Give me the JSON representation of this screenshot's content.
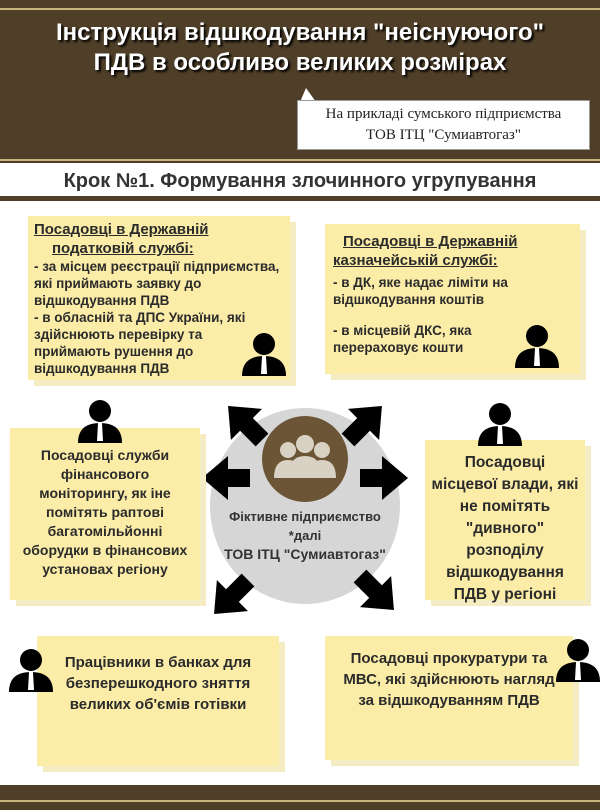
{
  "header": {
    "title_line1": "Інструкція відшкодування \"неіснуючого\"",
    "title_line2": "ПДВ в особливо великих розмірах",
    "callout_line1": "На прикладі сумського підприємства",
    "callout_line2": "ТОВ ІТЦ \"Сумиавтогаз\""
  },
  "step": "Крок №1. Формування злочинного угрупування",
  "center": {
    "line1": "Фіктивне підприємство",
    "line2": "*далі",
    "line3": "ТОВ ІТЦ \"Сумиавтогаз\""
  },
  "boxes": {
    "tax": {
      "heading1": "Посадовці в Державній",
      "heading2": "податковій службі:",
      "item1": "- за місцем реєстрації підприємства, які приймають заявку до відшкодування ПДВ",
      "item2": "- в обласній та ДПС України, які здійснюють перевірку та приймають рушення до відшкодування ПДВ"
    },
    "treasury": {
      "heading1": "Посадовці в Державній",
      "heading2": "казначейській службі:",
      "item1": "- в ДК, яке надає ліміти на відшкодування коштів",
      "item2": "- в місцевій ДКС, яка перераховує кошти"
    },
    "finmon": "Посадовці служби фінансового моніторингу, як іне помітять раптові багатомільйонні оборудки в фінансових установах регіону",
    "local": "Посадовці місцевої влади, які не помітять \"дивного\" розподілу відшкодування ПДВ у регіоні",
    "banks": "Працівники в банках для безперешкодного зняття великих об'ємів готівки",
    "prosecutor": "Посадовці прокуратури та МВС, які здійснюють нагляд за відшкодуванням ПДВ"
  }
}
